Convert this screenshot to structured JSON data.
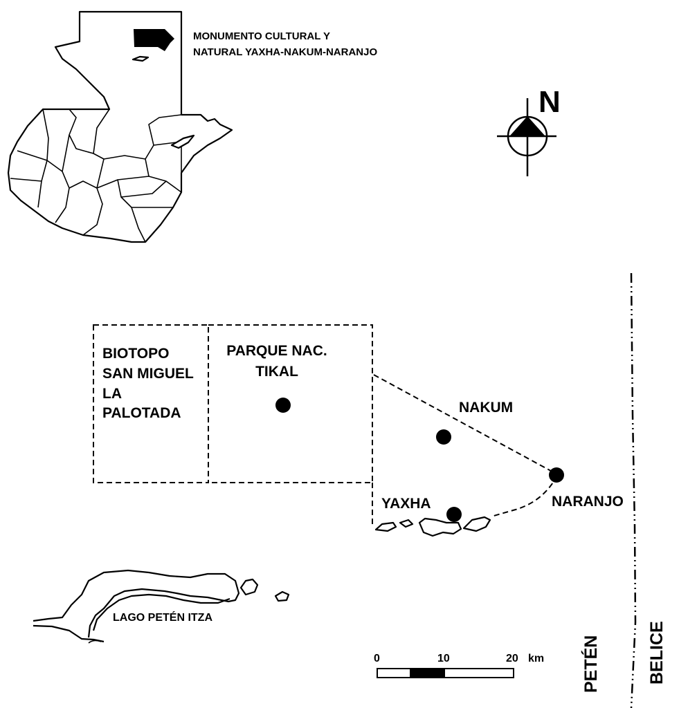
{
  "legend": {
    "line1": "MONUMENTO CULTURAL Y",
    "line2": "NATURAL YAXHA-NAKUM-NARANJO"
  },
  "north_arrow": {
    "label": "N"
  },
  "areas": {
    "biotopo": [
      "BIOTOPO",
      "SAN MIGUEL",
      "LA",
      "PALOTADA"
    ],
    "tikal": [
      "PARQUE NAC.",
      "TIKAL"
    ]
  },
  "sites": {
    "nakum": "NAKUM",
    "yaxha": "YAXHA",
    "naranjo": "NARANJO"
  },
  "lake": "LAGO PETÉN ITZA",
  "regions": {
    "peten": "PETÉN",
    "belice": "BELICE"
  },
  "scale": {
    "tick0": "0",
    "tick10": "10",
    "tick20": "20",
    "unit": "km"
  },
  "colors": {
    "ink": "#000000",
    "paper": "#ffffff"
  }
}
